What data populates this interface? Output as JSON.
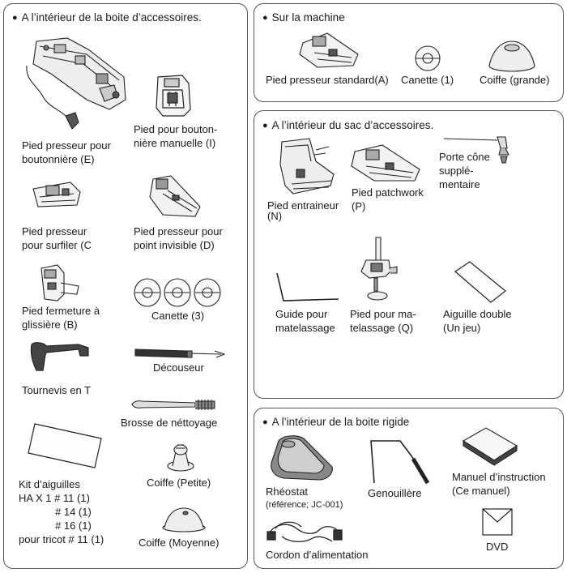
{
  "boite_accessoires": {
    "title": "A l’intérieur de la boite d’accessoires.",
    "items": {
      "pied_boutonniere_e": [
        "Pied presseur pour",
        "boutonnière (E)"
      ],
      "pied_boutonniere_manuelle_i": [
        "Pied pour bouton-",
        "nière manuelle (I)"
      ],
      "pied_surfiler_c": [
        "Pied presseur",
        "pour surfiler (C"
      ],
      "pied_point_invisible_d": [
        "Pied presseur pour",
        "point invisible (D)"
      ],
      "pied_fermeture_b": [
        "Pied fermeture à",
        "glissière (B)"
      ],
      "canette_3": "Canette (3)",
      "tournevis": "Tournevis en T",
      "decouseur": "Découseur",
      "brosse": "Brosse de néttoyage",
      "kit_aiguilles": [
        "Kit d’aiguilles",
        "HA X 1 # 11 (1)",
        "# 14 (1)",
        "# 16 (1)",
        "pour tricot # 11 (1)"
      ],
      "coiffe_petite": "Coiffe (Petite)",
      "coiffe_moyenne": "Coiffe (Moyenne)"
    }
  },
  "sur_machine": {
    "title": "Sur la machine",
    "items": {
      "pied_standard_a": "Pied presseur standard(A)",
      "canette_1": "Canette (1)",
      "coiffe_grande": "Coiffe (grande)"
    }
  },
  "sac_accessoires": {
    "title": "A l’intérieur du sac d’accessoires.",
    "items": {
      "pied_entraineur_n": [
        "Pied entraineur",
        "(N)"
      ],
      "pied_patchwork_p": [
        "Pied  patchwork",
        "(P)"
      ],
      "porte_cone": [
        "Porte cône",
        "supplé-",
        "mentaire"
      ],
      "guide_matelassage": [
        "Guide pour",
        "matelassage"
      ],
      "pied_matelassage_q": [
        "Pied pour ma-",
        "telassage (Q)"
      ],
      "aiguille_double": [
        "Aiguille double",
        "(Un jeu)"
      ]
    }
  },
  "boite_rigide": {
    "title": "A l’intérieur de la boite rigide",
    "items": {
      "rheostat": [
        "Rhéostat",
        "(référence; JC-001)"
      ],
      "genouillere": "Genouillère",
      "manuel": [
        "Manuel d’instruction",
        "(Ce manuel)"
      ],
      "cordon": "Cordon d’alimentation",
      "dvd": "DVD"
    }
  },
  "bullet_symbol": "●"
}
